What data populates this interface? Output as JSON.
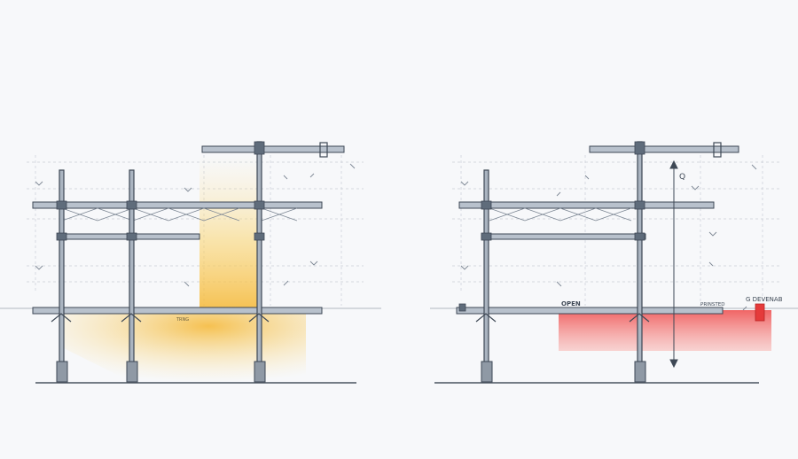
{
  "left_panel": {
    "highlight_label": "TRNG",
    "highlight_color": "#f5b733",
    "highlight_fade_color": "#fbe6a6"
  },
  "right_panel": {
    "open_label": "OPEN",
    "mid_label": "PRINSTED",
    "right_label": "G DEVENAB",
    "vertical_label": "Q",
    "highlight_color": "#ef4a4a",
    "highlight_fade_color": "#f8b4b0"
  },
  "colors": {
    "steel": "#5f6c7b",
    "steel_dark": "#3e4855",
    "steel_light": "#aab4c0",
    "guide": "#c3c9d1",
    "ground": "#4a5460"
  }
}
